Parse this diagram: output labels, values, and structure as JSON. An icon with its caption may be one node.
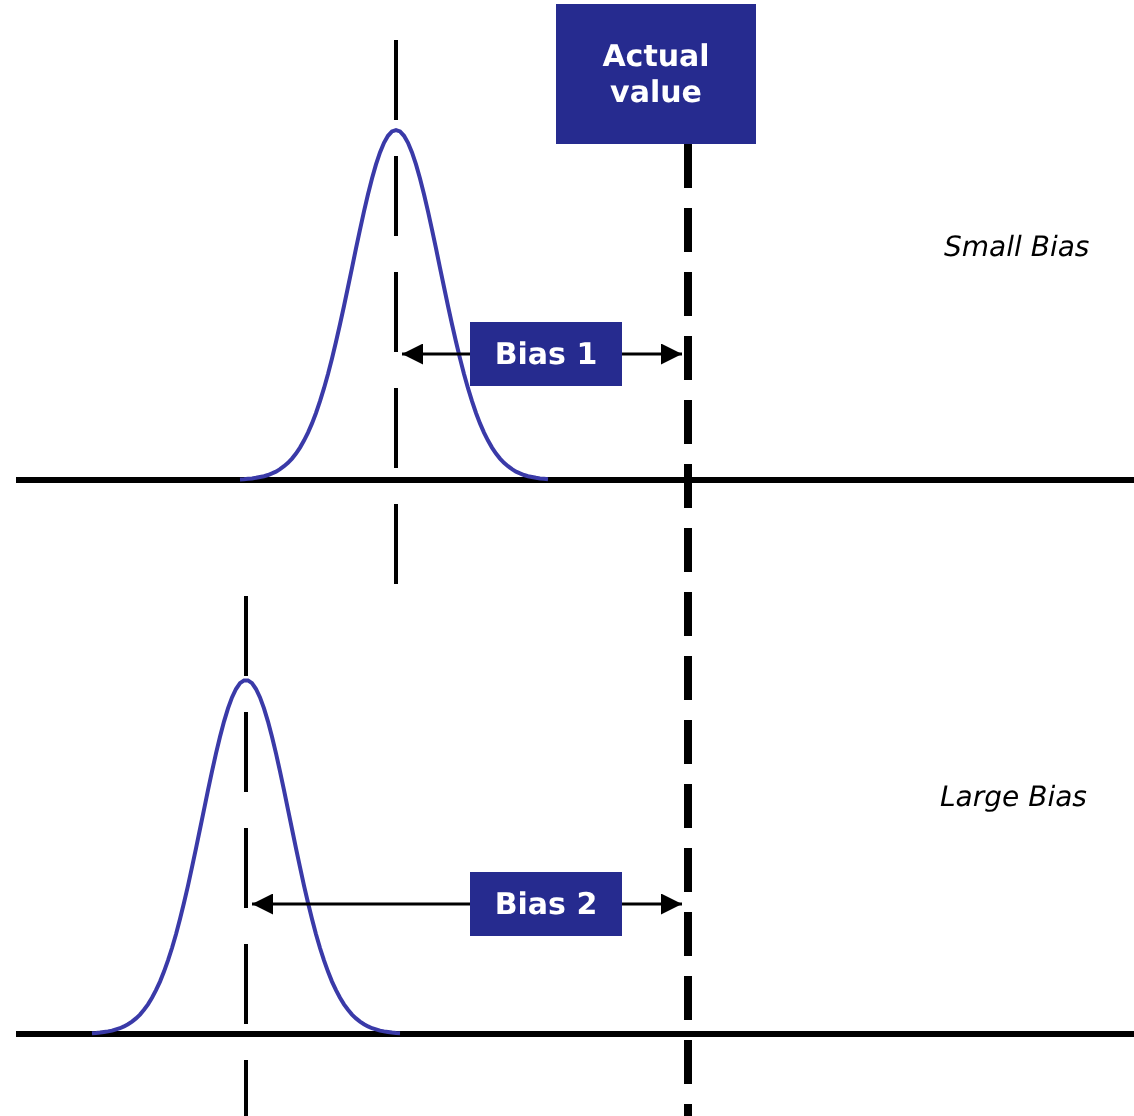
{
  "diagram": {
    "nodes": [
      {
        "text": [
          "Actual value"
        ]
      },
      {
        "text": [
          "Bias 1"
        ]
      },
      {
        "text": [
          "Bias 2"
        ]
      }
    ],
    "labels": [
      "Small Bias",
      "Large Bias"
    ]
  }
}
